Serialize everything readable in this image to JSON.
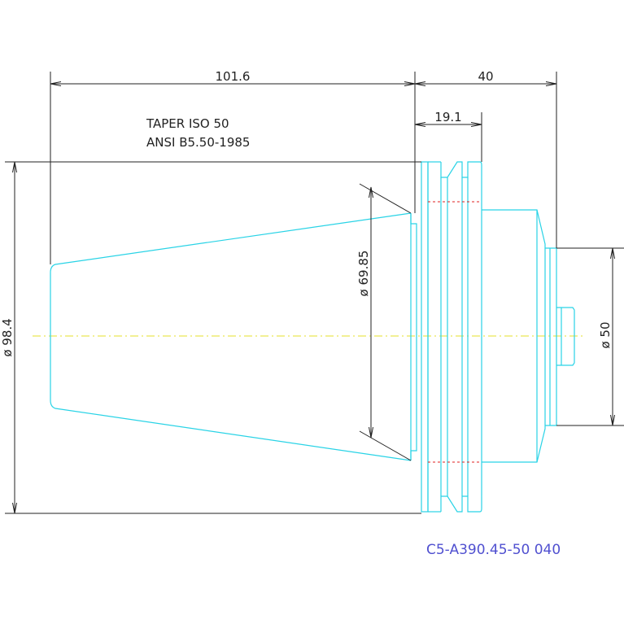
{
  "colors": {
    "background": "#ffffff",
    "outline": "#29d3e6",
    "dimension": "#222222",
    "centerline": "#e6e02a",
    "hidden": "#e02020",
    "part_number": "#5050d0"
  },
  "dimensions": {
    "taper_length": "101.6",
    "flange_to_end": "40",
    "flange_width": "19.1",
    "taper_diameter": "ø 69.85",
    "flange_diameter": "ø 98.4",
    "shank_diameter": "ø 50"
  },
  "notes": {
    "line1": "TAPER ISO 50",
    "line2": "ANSI B5.50-1985"
  },
  "part_number": "C5-A390.45-50 040"
}
